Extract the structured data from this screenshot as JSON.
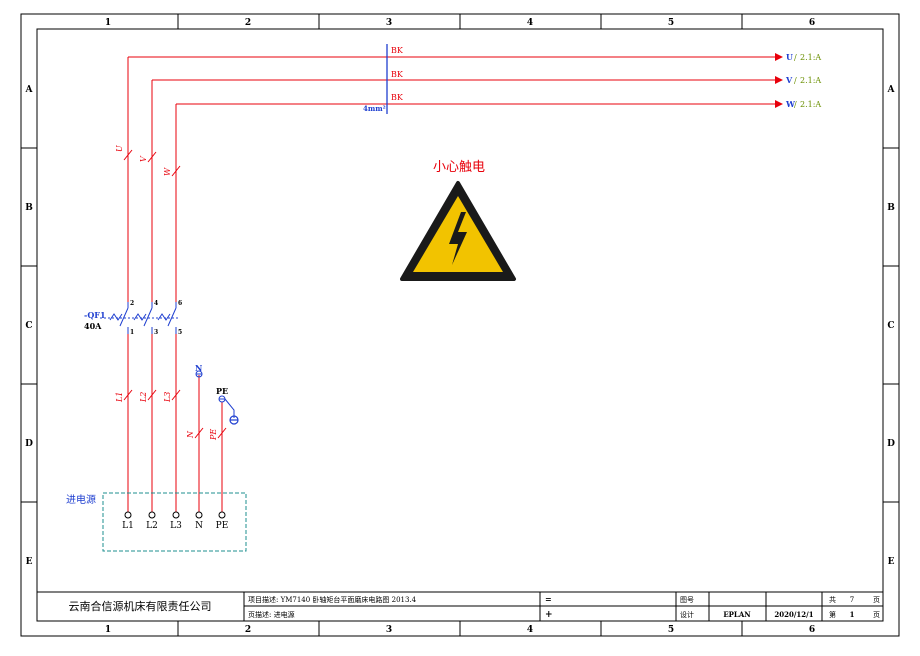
{
  "frame": {
    "columns": [
      "1",
      "2",
      "3",
      "4",
      "5",
      "6"
    ],
    "rows": [
      "A",
      "B",
      "C",
      "D",
      "E"
    ]
  },
  "bus": {
    "lines": [
      {
        "wire_label": "BK",
        "phase": "U",
        "ref": "2.1:A"
      },
      {
        "wire_label": "BK",
        "phase": "V",
        "ref": "2.1:A"
      },
      {
        "wire_label": "BK",
        "phase": "W",
        "ref": "2.1:A"
      }
    ],
    "separator": "/",
    "cross_section": "4mm²"
  },
  "vertical_labels": [
    "U",
    "V",
    "W"
  ],
  "warning": {
    "title": "小心触电"
  },
  "breaker": {
    "tag": "-QF1",
    "rating": "40A",
    "top_terminals": [
      "2",
      "4",
      "6"
    ],
    "bottom_terminals": [
      "1",
      "3",
      "5"
    ]
  },
  "lower_labels": [
    "L1",
    "L2",
    "L3",
    "N",
    "PE"
  ],
  "terminals": {
    "n_tag": "N",
    "pe_tag": "PE"
  },
  "source_box": {
    "title": "进电源",
    "labels": [
      "L1",
      "L2",
      "L3",
      "N",
      "PE"
    ]
  },
  "title_block": {
    "company": "云南合信源机床有限责任公司",
    "project": "项目描述: YM7140 卧轴矩台平面磨床电路图 2013.4",
    "page_desc": "页描述: 进电源",
    "eq_mark": "=",
    "plus_mark": "+",
    "drawing_no_label": "图号",
    "design_label": "设计",
    "designer": "EPLAN",
    "date": "2020/12/1",
    "total_pre": "共",
    "total_val": "7",
    "total_post": "页",
    "page_pre": "第",
    "page_val": "1",
    "page_post": "页"
  },
  "colors": {
    "wire_red": "#e8000b",
    "symbol_blue": "#1f3fd0",
    "ref_green": "#6a8f00",
    "source_box_teal": "#1e8f8f",
    "warning_yellow": "#f2c300"
  }
}
